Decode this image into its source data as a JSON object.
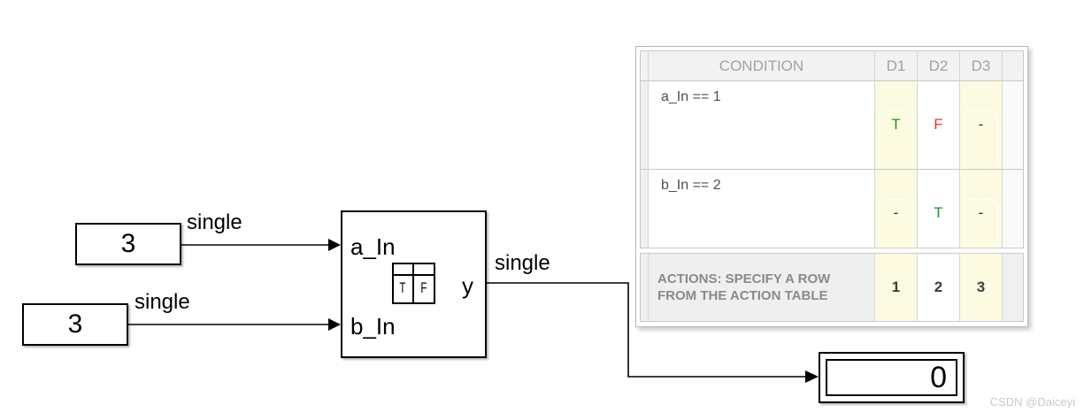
{
  "diagram": {
    "constant_a": {
      "value": "3"
    },
    "constant_b": {
      "value": "3"
    },
    "signal_labels": {
      "a_line": "single",
      "b_line": "single",
      "y_line": "single"
    },
    "truth_table_block": {
      "port_a": "a_In",
      "port_b": "b_In",
      "port_y": "y",
      "icon_true": "T",
      "icon_false": "F"
    },
    "display_block": {
      "value": "0"
    }
  },
  "truth_table_panel": {
    "header": {
      "condition": "CONDITION",
      "d1": "D1",
      "d2": "D2",
      "d3": "D3"
    },
    "rows": [
      {
        "condition": "a_In == 1",
        "d1": "T",
        "d2": "F",
        "d3": "-"
      },
      {
        "condition": "b_In == 2",
        "d1": "-",
        "d2": "T",
        "d3": "-"
      }
    ],
    "actions": {
      "label": "ACTIONS: SPECIFY A ROW FROM THE ACTION TABLE",
      "d1": "1",
      "d2": "2",
      "d3": "3"
    }
  },
  "watermark": "CSDN @Daiceyi",
  "colors": {
    "decision_highlight": "#fcfbe2",
    "true_green": "#1f9125",
    "false_red": "#f5302c",
    "header_gray": "#f2f2f2",
    "block_border": "#000000"
  }
}
